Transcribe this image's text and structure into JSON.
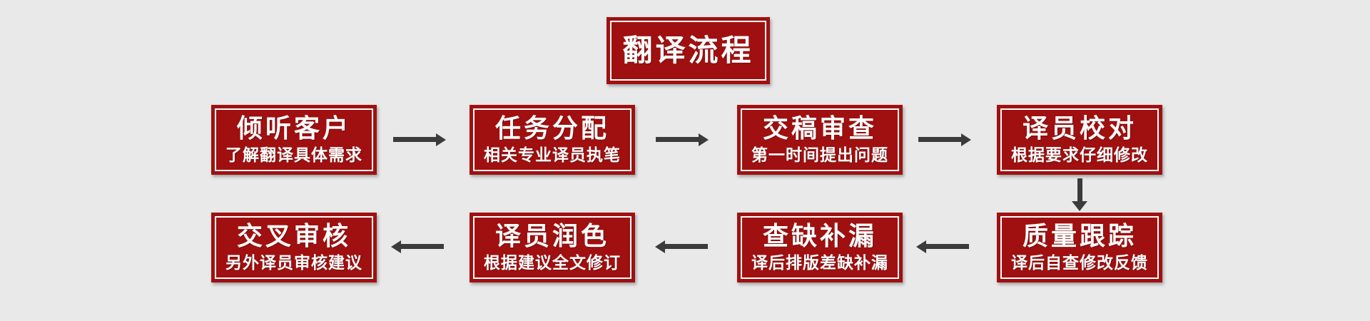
{
  "title_box": {
    "label": "翻译流程"
  },
  "flow": {
    "row1": [
      {
        "title": "倾听客户",
        "subtitle": "了解翻译具体需求"
      },
      {
        "title": "任务分配",
        "subtitle": "相关专业译员执笔"
      },
      {
        "title": "交稿审查",
        "subtitle": "第一时间提出问题"
      },
      {
        "title": "译员校对",
        "subtitle": "根据要求仔细修改"
      }
    ],
    "row2": [
      {
        "title": "交叉审核",
        "subtitle": "另外译员审核建议"
      },
      {
        "title": "译员润色",
        "subtitle": "根据建议全文修订"
      },
      {
        "title": "查缺补漏",
        "subtitle": "译后排版差缺补漏"
      },
      {
        "title": "质量跟踪",
        "subtitle": "译后自查修改反馈"
      }
    ]
  },
  "colors": {
    "box_red": "#a01010",
    "inner_border_white": "#ffffff",
    "arrow_gray": "#3b3b3b",
    "background_gray": "#e9e9e9",
    "text_white": "#ffffff"
  }
}
